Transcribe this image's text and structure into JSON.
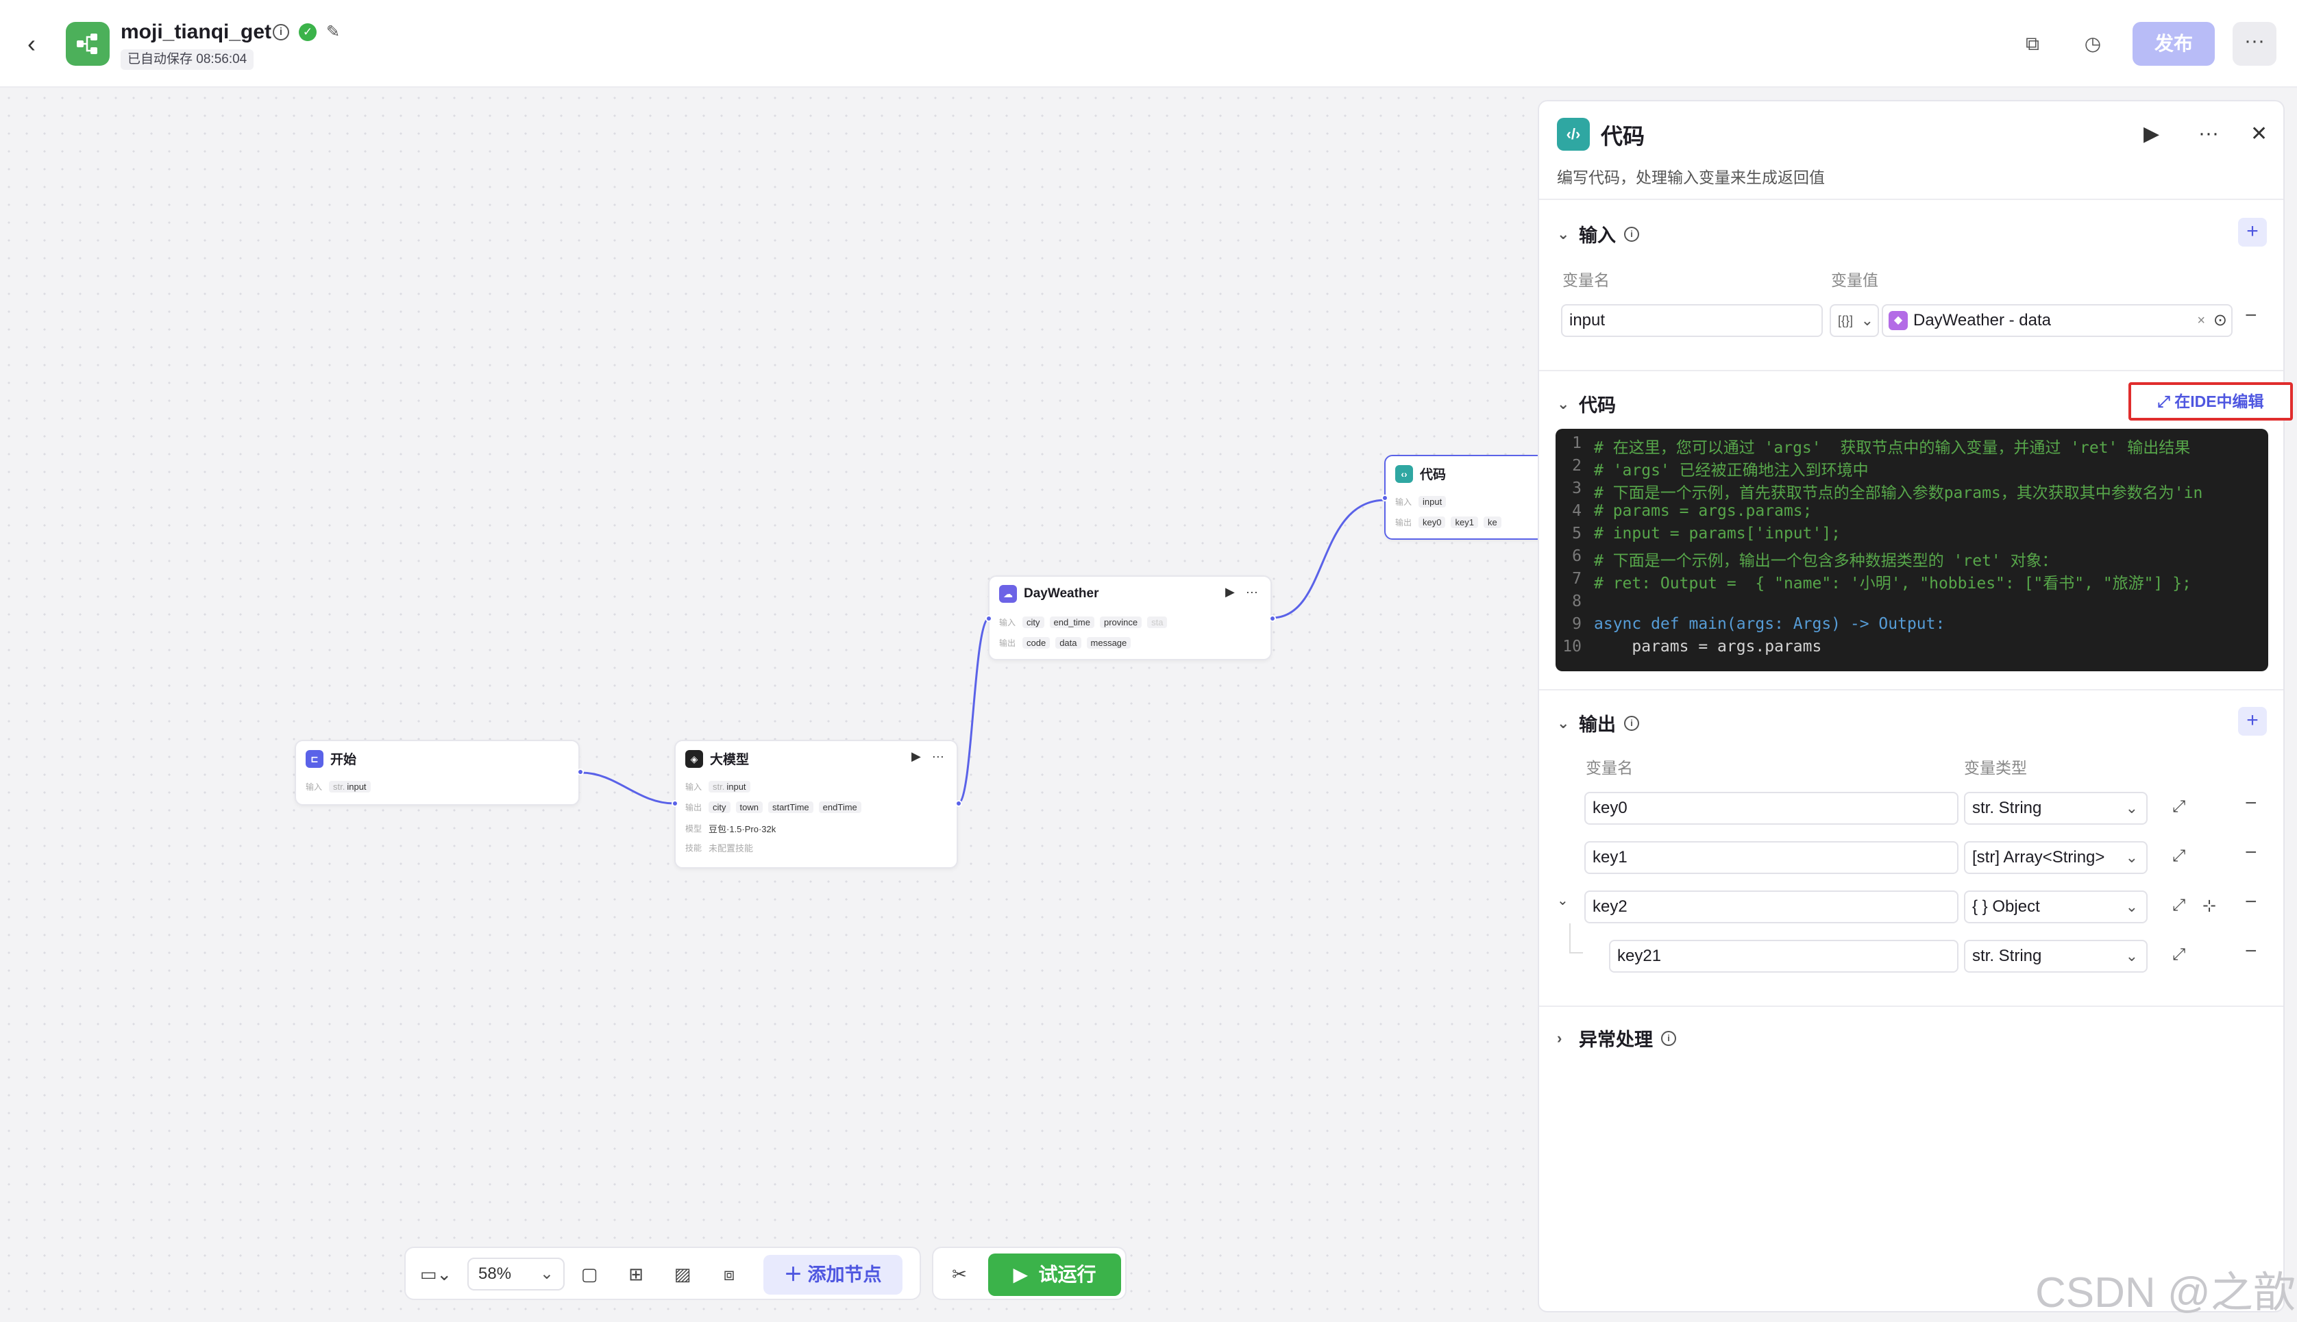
{
  "header": {
    "app_name": "moji_tianqi_get",
    "save_status": "已自动保存 08:56:04",
    "publish_label": "发布",
    "more_label": "···"
  },
  "canvas": {
    "nodes": {
      "start": {
        "title": "开始",
        "input_label": "输入",
        "input_tag": "input",
        "input_type": "str."
      },
      "llm": {
        "title": "大模型",
        "input_label": "输入",
        "input_tag": "input",
        "input_type": "str.",
        "output_label": "输出",
        "outputs": [
          "city",
          "town",
          "startTime",
          "endTime"
        ],
        "model_label": "模型",
        "model_value": "豆包·1.5·Pro·32k",
        "skill_label": "技能",
        "skill_value": "未配置技能"
      },
      "dayweather": {
        "title": "DayWeather",
        "input_label": "输入",
        "inputs": [
          "city",
          "end_time",
          "province",
          "sta"
        ],
        "output_label": "输出",
        "outputs": [
          "code",
          "data",
          "message"
        ]
      },
      "code": {
        "title": "代码",
        "input_label": "输入",
        "input_tag": "input",
        "output_label": "输出",
        "outputs": [
          "key0",
          "key1",
          "ke"
        ]
      }
    }
  },
  "toolbar": {
    "zoom": "58%",
    "add_node_label": "添加节点",
    "run_label": "试运行"
  },
  "panel": {
    "title": "代码",
    "description": "编写代码，处理输入变量来生成返回值",
    "input_section": {
      "title": "输入",
      "col_name": "变量名",
      "col_value": "变量值",
      "var_name": "input",
      "var_type_icon": "[{}]",
      "var_ref": "DayWeather - data"
    },
    "code_section": {
      "title": "代码",
      "ide_button": "在IDE中编辑",
      "lines": [
        {
          "n": "1",
          "kind": "comment",
          "text": "# 在这里，您可以通过 'args'  获取节点中的输入变量，并通过 'ret' 输出结果"
        },
        {
          "n": "2",
          "kind": "comment",
          "text": "# 'args' 已经被正确地注入到环境中"
        },
        {
          "n": "3",
          "kind": "comment",
          "text": "# 下面是一个示例，首先获取节点的全部输入参数params，其次获取其中参数名为'in"
        },
        {
          "n": "4",
          "kind": "comment",
          "text": "# params = args.params;"
        },
        {
          "n": "5",
          "kind": "comment",
          "text": "# input = params['input'];"
        },
        {
          "n": "6",
          "kind": "comment",
          "text": "# 下面是一个示例，输出一个包含多种数据类型的 'ret' 对象："
        },
        {
          "n": "7",
          "kind": "comment",
          "text": "# ret: Output =  { \"name\": '小明', \"hobbies\": [\"看书\", \"旅游\"] };"
        },
        {
          "n": "8",
          "kind": "blank",
          "text": ""
        },
        {
          "n": "9",
          "kind": "def",
          "text": "async def main(args: Args) -> Output:"
        },
        {
          "n": "10",
          "kind": "code",
          "text": "    params = args.params"
        }
      ]
    },
    "output_section": {
      "title": "输出",
      "col_name": "变量名",
      "col_type": "变量类型",
      "rows": [
        {
          "name": "key0",
          "type": "str. String"
        },
        {
          "name": "key1",
          "type": "[str] Array<String>"
        },
        {
          "name": "key2",
          "type": "{ } Object"
        },
        {
          "name": "key21",
          "type": "str. String"
        }
      ]
    },
    "error_section": {
      "title": "异常处理"
    }
  },
  "watermark": "CSDN @之歆"
}
